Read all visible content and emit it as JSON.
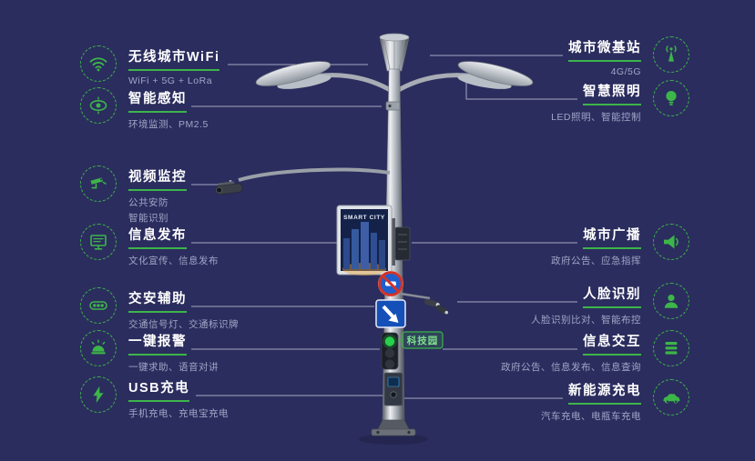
{
  "canvas": {
    "background_color": "#2b2d5e",
    "accent_color": "#3cb549",
    "connector_color": "#e6e9f5"
  },
  "pole": {
    "billboard_title": "SMART CITY",
    "tag_label": "科技园"
  },
  "left_features": [
    {
      "title": "无线城市WiFi",
      "subtitle": "WiFi + 5G + LoRa",
      "icon": "wifi-icon"
    },
    {
      "title": "智能感知",
      "subtitle": "环境监测、PM2.5",
      "icon": "perception-icon"
    },
    {
      "title": "视频监控",
      "subtitle": "公共安防",
      "subtitle2": "智能识别",
      "icon": "cctv-icon"
    },
    {
      "title": "信息发布",
      "subtitle": "文化宣传、信息发布",
      "icon": "display-icon"
    },
    {
      "title": "交安辅助",
      "subtitle": "交通信号灯、交通标识牌",
      "icon": "traffic-signal-icon"
    },
    {
      "title": "一键报警",
      "subtitle": "一键求助、语音对讲",
      "icon": "alarm-icon"
    },
    {
      "title": "USB充电",
      "subtitle": "手机充电、充电宝充电",
      "icon": "usb-charge-icon"
    }
  ],
  "right_features": [
    {
      "title": "城市微基站",
      "subtitle": "4G/5G",
      "icon": "antenna-icon"
    },
    {
      "title": "智慧照明",
      "subtitle": "LED照明、智能控制",
      "icon": "bulb-icon"
    },
    {
      "title": "城市广播",
      "subtitle": "政府公告、应急指挥",
      "icon": "speaker-icon"
    },
    {
      "title": "人脸识别",
      "subtitle": "人脸识别比对、智能布控",
      "icon": "face-icon"
    },
    {
      "title": "信息交互",
      "subtitle": "政府公告、信息发布、信息查询",
      "icon": "info-layers-icon"
    },
    {
      "title": "新能源充电",
      "subtitle": "汽车充电、电瓶车充电",
      "icon": "ev-car-icon"
    }
  ]
}
